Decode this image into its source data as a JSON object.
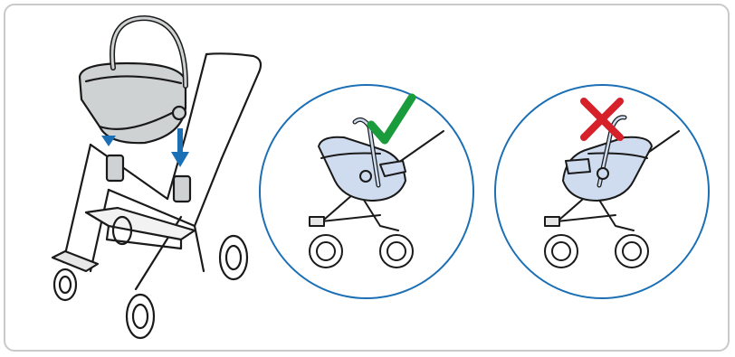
{
  "figure": {
    "panels": [
      {
        "id": "attach-step",
        "icon": "stroller-with-car-seat-icon",
        "arrows": "down-arrow-icon"
      },
      {
        "id": "correct-orientation",
        "icon": "check-icon",
        "mark_color": "#1a9b3c",
        "meaning": "correct"
      },
      {
        "id": "wrong-orientation",
        "icon": "cross-icon",
        "mark_color": "#d6202a",
        "meaning": "incorrect"
      }
    ],
    "colors": {
      "outline": "#1a1a1a",
      "seat_gray": "#cfd2d3",
      "seat_light_blue": "#cfdcef",
      "accent_blue": "#1b6fb5",
      "frame_border": "#c9c9c9"
    }
  }
}
